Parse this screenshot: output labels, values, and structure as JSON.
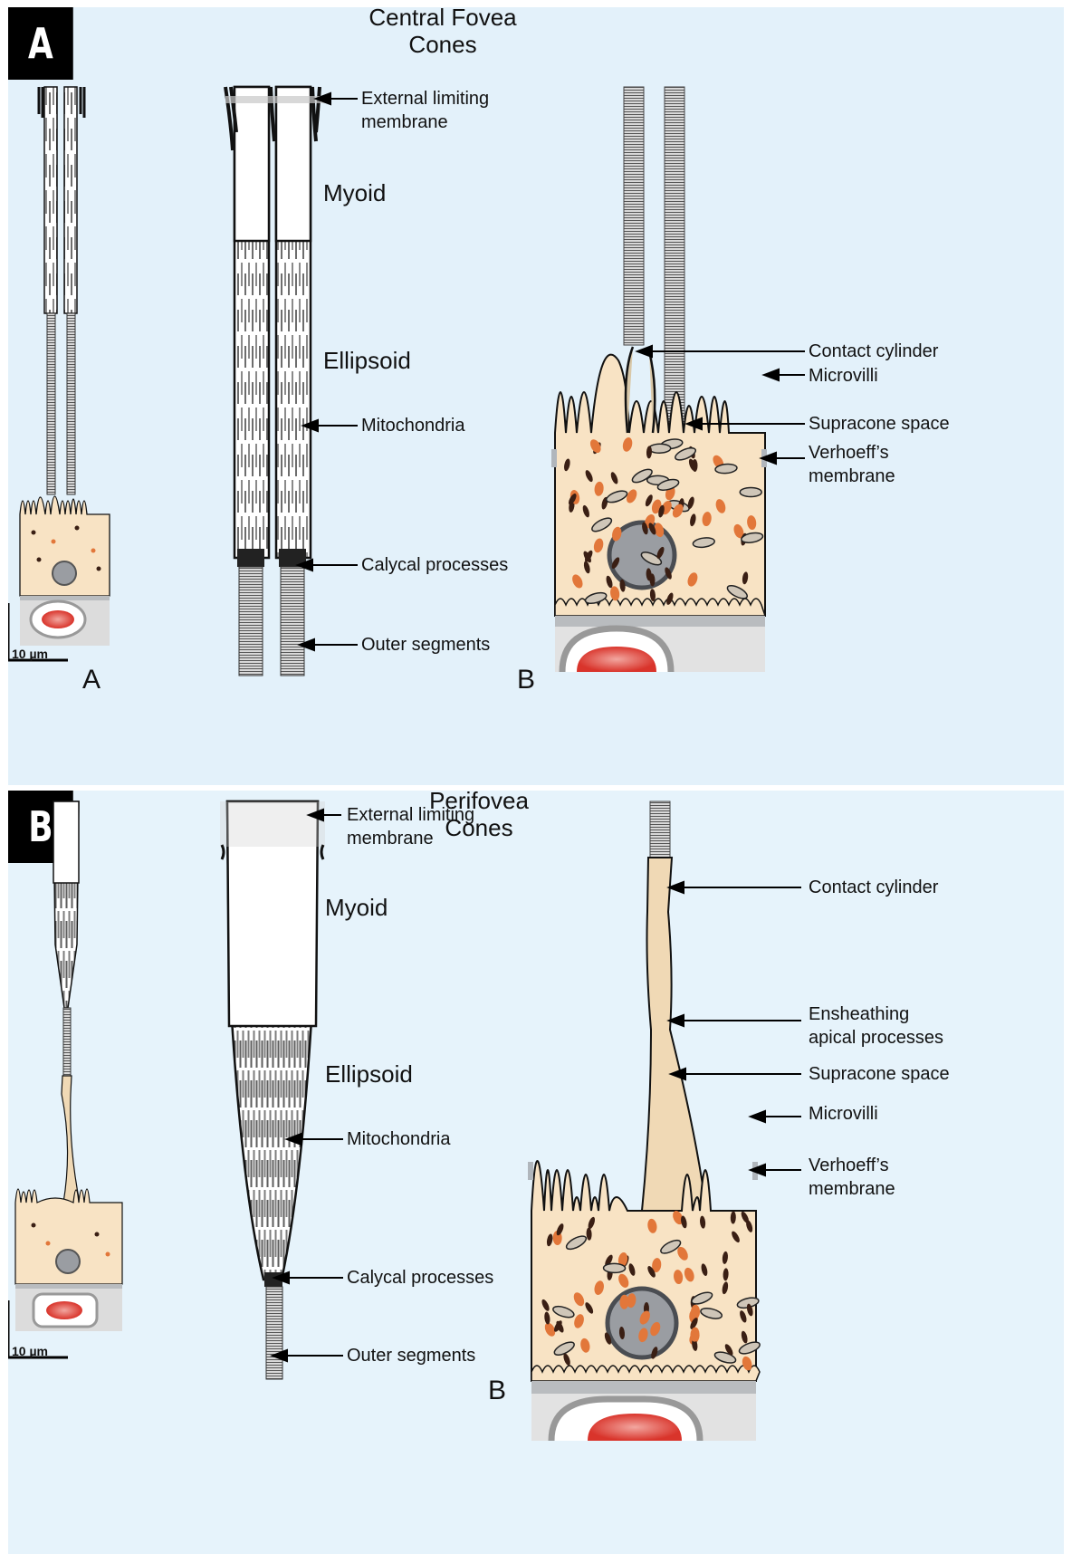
{
  "figure": {
    "panels": [
      {
        "badge": "A",
        "title_line1": "Central Fovea",
        "title_line2": "Cones",
        "scale_bar": "10 µm",
        "sublabels": [
          "A",
          "B"
        ],
        "middle_labels": {
          "elm_line1": "External limiting",
          "elm_line2": "membrane",
          "myoid": "Myoid",
          "ellipsoid": "Ellipsoid",
          "mitochondria": "Mitochondria",
          "calycal": "Calycal processes",
          "outer_segments": "Outer segments"
        },
        "right_labels": {
          "contact_cylinder": "Contact cylinder",
          "microvilli": "Microvilli",
          "supracone_space": "Supracone space",
          "verhoeff_line1": "Verhoeff’s",
          "verhoeff_line2": "membrane"
        }
      },
      {
        "badge": "B",
        "title_line1": "Perifovea",
        "title_line2": "Cones",
        "scale_bar": "10 µm",
        "sublabels": [
          "B"
        ],
        "middle_labels": {
          "elm_line1": "External limiting",
          "elm_line2": "membrane",
          "myoid": "Myoid",
          "ellipsoid": "Ellipsoid",
          "mitochondria": "Mitochondria",
          "calycal": "Calycal processes",
          "outer_segments": "Outer segments"
        },
        "right_labels": {
          "contact_cylinder": "Contact cylinder",
          "ensheathing_line1": "Ensheathing",
          "ensheathing_line2": "apical processes",
          "supracone_space": "Supracone space",
          "microvilli": "Microvilli",
          "verhoeff_line1": "Verhoeff’s",
          "verhoeff_line2": "membrane"
        }
      }
    ],
    "colors": {
      "panel_bg": "#e3f1fa",
      "rpe_cytoplasm": "#f8e3c4",
      "melanosome": "#3a1f14",
      "lipofuscin": "#e2773a",
      "nucleus": "#8e9196",
      "erythrocyte": "#d9342b",
      "bruch": "#b9bcbf"
    }
  }
}
